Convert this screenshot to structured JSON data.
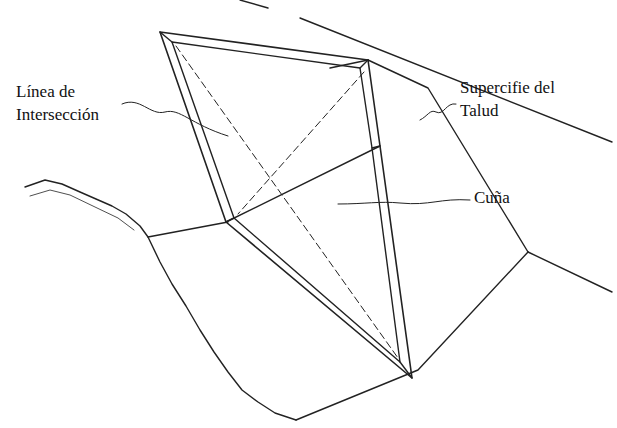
{
  "diagram": {
    "labels": [
      "Línea de Intersección",
      "Supercifie del Talud",
      "Cuña"
    ]
  }
}
